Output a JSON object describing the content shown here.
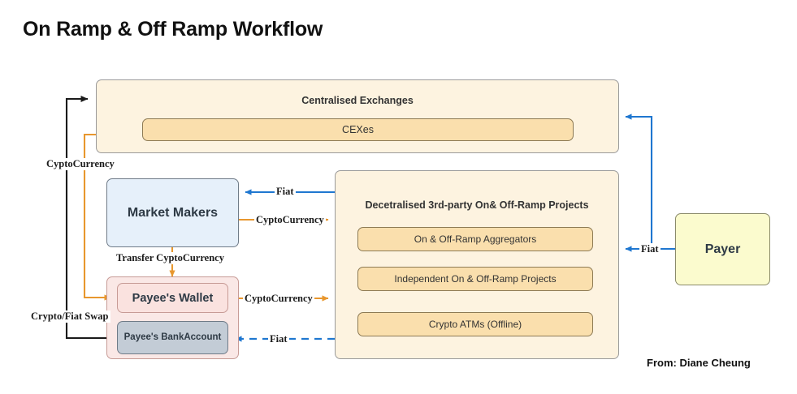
{
  "page": {
    "title": "On Ramp & Off Ramp Workflow",
    "credit": "From:  Diane Cheung"
  },
  "colors": {
    "group_fill": "#fdf3e0",
    "chip_fill": "#fadfad",
    "market_makers_fill": "#e6f0fa",
    "payee_group_fill": "#fae8e6",
    "wallet_fill": "#fae2df",
    "bank_fill": "#c3ccd6",
    "payer_fill": "#fbfbce",
    "fiat_arrow": "#1f77d0",
    "crypto_arrow": "#e8972e",
    "swap_arrow": "#1a1a1a",
    "border_gray": "#9a9a9a"
  },
  "nodes": {
    "cex_group": {
      "title": "Centralised Exchanges",
      "chip": "CEXes"
    },
    "third_party_group": {
      "title": "Decetralised 3rd-party On& Off-Ramp Projects",
      "chips": [
        "On & Off-Ramp Aggregators",
        "Independent On & Off-Ramp Projects",
        "Crypto ATMs (Offline)"
      ]
    },
    "market_makers": {
      "label": "Market Makers"
    },
    "payee_wallet": {
      "label": "Payee's Wallet"
    },
    "payee_bank": {
      "label": "Payee's Bank\nAccount",
      "line1": "Payee's Bank",
      "line2": "Account"
    },
    "payer": {
      "label": "Payer"
    }
  },
  "edges": [
    {
      "id": "swap",
      "label": "Crypto/Fiat Swap",
      "color": "#1a1a1a",
      "from": "payee-bank-account",
      "to": "centralised-exchanges",
      "style": "solid"
    },
    {
      "id": "cex-to-wallet",
      "label": "CyptoCurrency",
      "color": "#e8972e",
      "from": "centralised-exchanges",
      "to": "payee-wallet",
      "style": "solid"
    },
    {
      "id": "mm-fiat",
      "label": "Fiat",
      "color": "#1f77d0",
      "from": "third-party-projects",
      "to": "market-makers",
      "style": "solid"
    },
    {
      "id": "3p-to-mm-crypto",
      "label": "CyptoCurrency",
      "color": "#e8972e",
      "from": "market-makers",
      "to": "third-party-projects",
      "style": "solid"
    },
    {
      "id": "mm-transfer",
      "label": "Transfer CyptoCurrency",
      "color": "#e8972e",
      "from": "market-makers",
      "to": "payee-wallet",
      "style": "solid"
    },
    {
      "id": "wallet-crypto",
      "label": "CyptoCurrency",
      "color": "#e8972e",
      "from": "payee-wallet",
      "to": "third-party-projects",
      "style": "solid"
    },
    {
      "id": "bank-fiat",
      "label": "Fiat",
      "color": "#1f77d0",
      "from": "third-party-projects",
      "to": "payee-bank-account",
      "style": "dashed"
    },
    {
      "id": "payer-fiat",
      "label": "Fiat",
      "color": "#1f77d0",
      "from": "payer",
      "to": "third-party-projects",
      "style": "solid"
    }
  ],
  "edge_labels": {
    "crypto_left": "CyptoCurrency",
    "swap_left": "Crypto/Fiat Swap",
    "fiat_mm": "Fiat",
    "crypto_mm": "CyptoCurrency",
    "transfer_crypto": "Transfer CyptoCurrency",
    "crypto_wallet": "CyptoCurrency",
    "fiat_bank": "Fiat",
    "fiat_payer": "Fiat"
  }
}
